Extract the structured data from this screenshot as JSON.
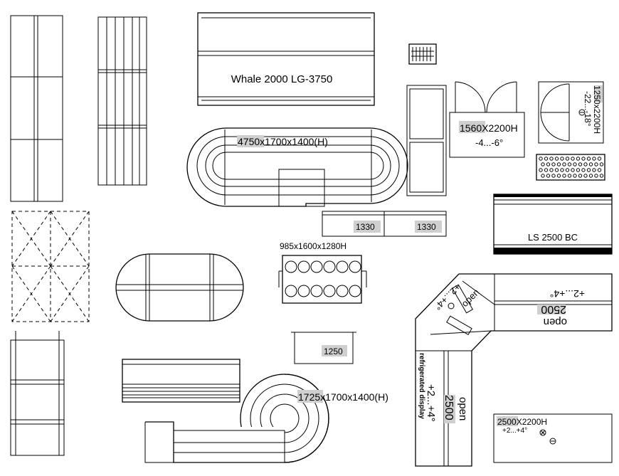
{
  "labels": {
    "whale": "Whale 2000 LG-3750",
    "oval_counter_dims": "4750x1700x1400(H)",
    "double_door_dims": "1560X2200H",
    "double_door_temp": "-4...-6°",
    "right_door_dims": "1250x2200H",
    "right_door_temp": "-22...-18°",
    "shelf_a": "1330",
    "shelf_b": "1330",
    "bottle_rack_dims": "985x1600x1280H",
    "ls_display": "LS 2500 BC",
    "small_box": "1250",
    "spiral_dims": "1725x1700x1400(H)",
    "corner_temp_top": "+2...+4°",
    "corner_width_top": "2500",
    "corner_open_top": "open",
    "corner_temp_diag_a": "+2...+4°",
    "corner_open_diag": "open",
    "vertical_caption": "refrigerated display",
    "corner_temp_vert": "+2...+4°",
    "corner_width_vert": "2500",
    "corner_open_vert": "open",
    "cold_room_dims": "2500X2200H",
    "cold_room_temp": "+2...+4°"
  }
}
